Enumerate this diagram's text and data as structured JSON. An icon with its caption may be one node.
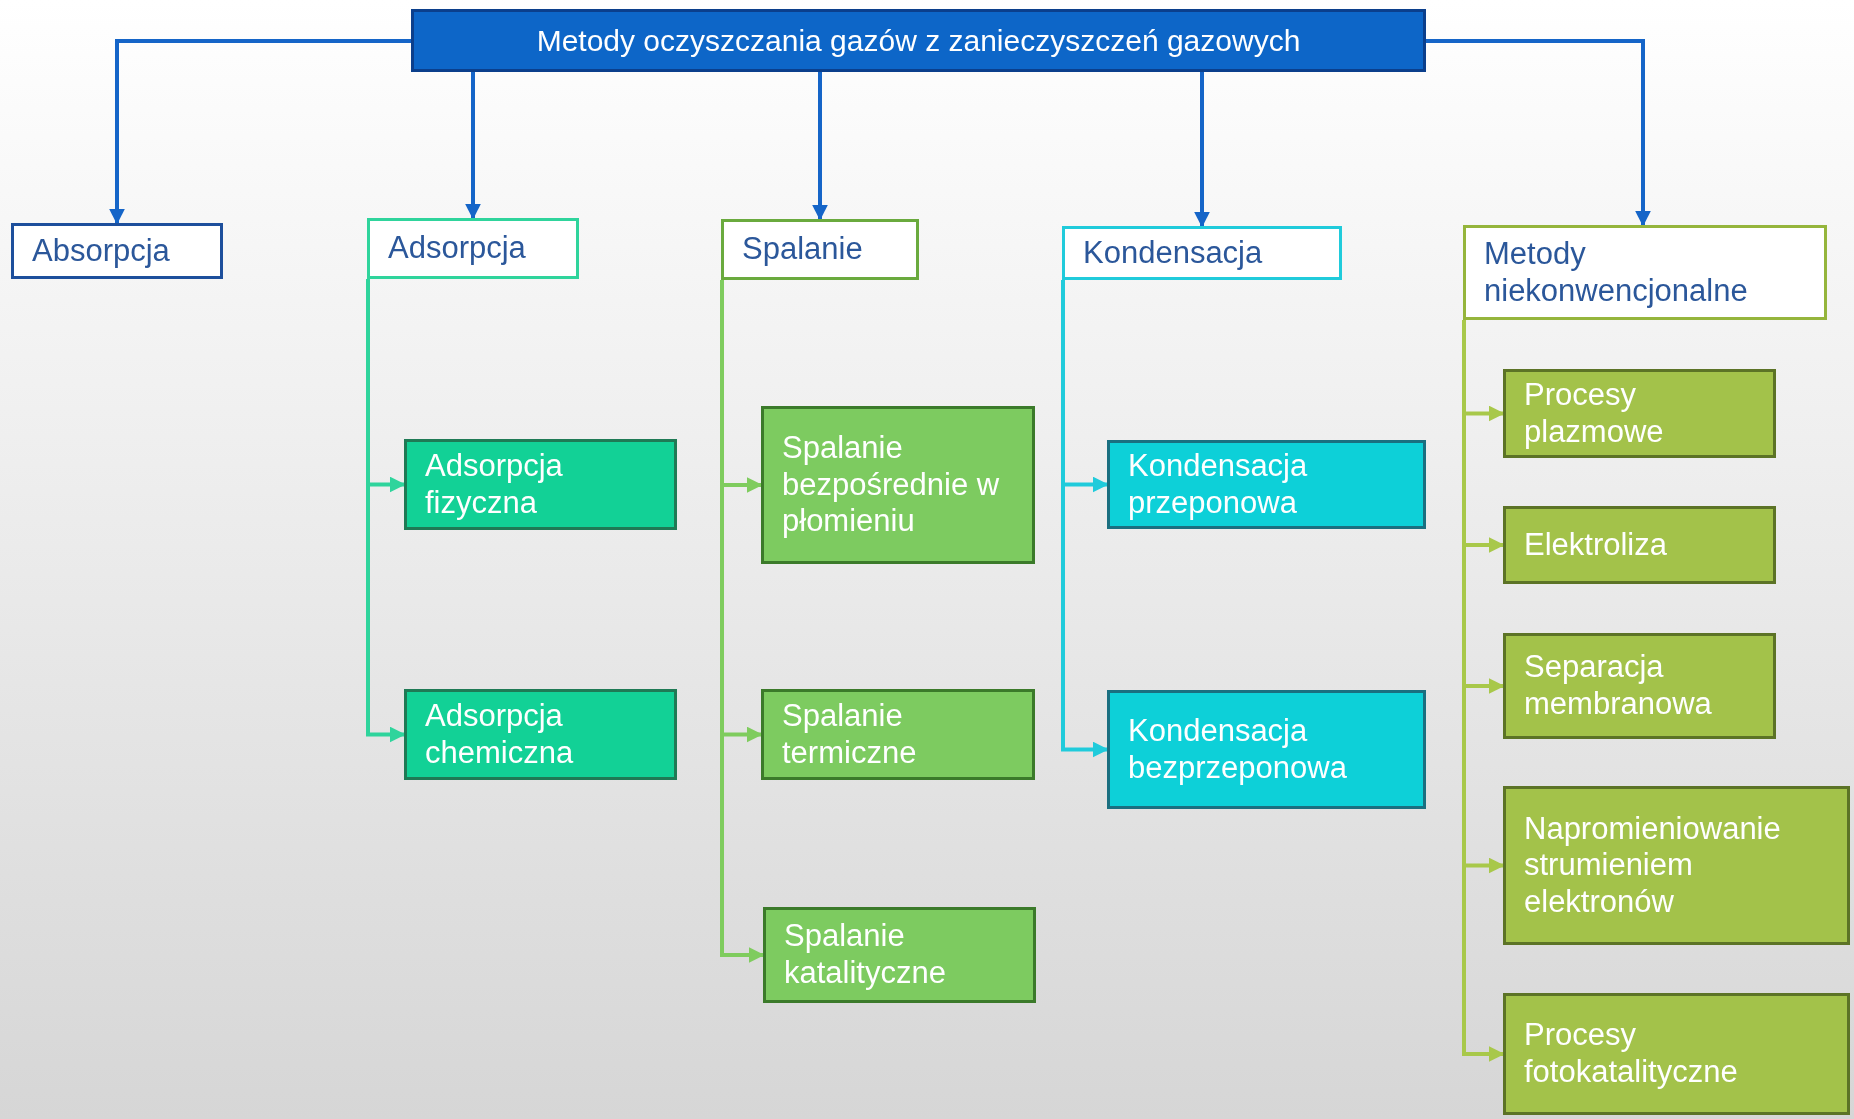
{
  "diagram": {
    "nodes": [
      {
        "text": [
          "Metody oczyszczania gazów z zanieczyszczeń gazowych"
        ]
      },
      {
        "text": [
          "Absorpcja"
        ]
      },
      {
        "text": [
          "Adsorpcja"
        ]
      },
      {
        "text": [
          "Spalanie"
        ]
      },
      {
        "text": [
          "Kondensacja"
        ]
      },
      {
        "text": [
          "Metody niekonwencjonalne"
        ]
      },
      {
        "text": [
          "Adsorpcja fizyczna"
        ]
      },
      {
        "text": [
          "Adsorpcja chemiczna"
        ]
      },
      {
        "text": [
          "Spalanie bezpośrednie w płomieniu"
        ]
      },
      {
        "text": [
          "Spalanie termiczne"
        ]
      },
      {
        "text": [
          "Spalanie katalityczne"
        ]
      },
      {
        "text": [
          "Kondensacja przeponowa"
        ]
      },
      {
        "text": [
          "Kondensacja bezprzeponowa"
        ]
      },
      {
        "text": [
          "Procesy plazmowe"
        ]
      },
      {
        "text": [
          "Elektroliza"
        ]
      },
      {
        "text": [
          "Separacja membranowa"
        ]
      },
      {
        "text": [
          "Napromieniowanie strumieniem elektronów"
        ]
      },
      {
        "text": [
          "Procesy fotokatalityczne"
        ]
      }
    ],
    "edges": [
      {
        "from": 0,
        "to": 1,
        "arrow": "to"
      },
      {
        "from": 0,
        "to": 2,
        "arrow": "to"
      },
      {
        "from": 0,
        "to": 3,
        "arrow": "to"
      },
      {
        "from": 0,
        "to": 4,
        "arrow": "to"
      },
      {
        "from": 0,
        "to": 5,
        "arrow": "to"
      },
      {
        "from": 2,
        "to": 6,
        "arrow": "to",
        "color": "#2fd49c"
      },
      {
        "from": 2,
        "to": 7,
        "arrow": "to",
        "color": "#2fd49c"
      },
      {
        "from": 3,
        "to": 8,
        "arrow": "to",
        "color": "#7fcc5e"
      },
      {
        "from": 3,
        "to": 9,
        "arrow": "to",
        "color": "#7fcc5e"
      },
      {
        "from": 3,
        "to": 10,
        "arrow": "to",
        "color": "#7fcc5e"
      },
      {
        "from": 4,
        "to": 11,
        "arrow": "to",
        "color": "#20cbdb"
      },
      {
        "from": 4,
        "to": 12,
        "arrow": "to",
        "color": "#20cbdb"
      },
      {
        "from": 5,
        "to": 13,
        "arrow": "to",
        "color": "#a8c84a"
      },
      {
        "from": 5,
        "to": 14,
        "arrow": "to",
        "color": "#a8c84a"
      },
      {
        "from": 5,
        "to": 15,
        "arrow": "to",
        "color": "#a8c84a"
      },
      {
        "from": 5,
        "to": 16,
        "arrow": "to",
        "color": "#a8c84a"
      },
      {
        "from": 5,
        "to": 17,
        "arrow": "to",
        "color": "#a8c84a"
      }
    ]
  }
}
